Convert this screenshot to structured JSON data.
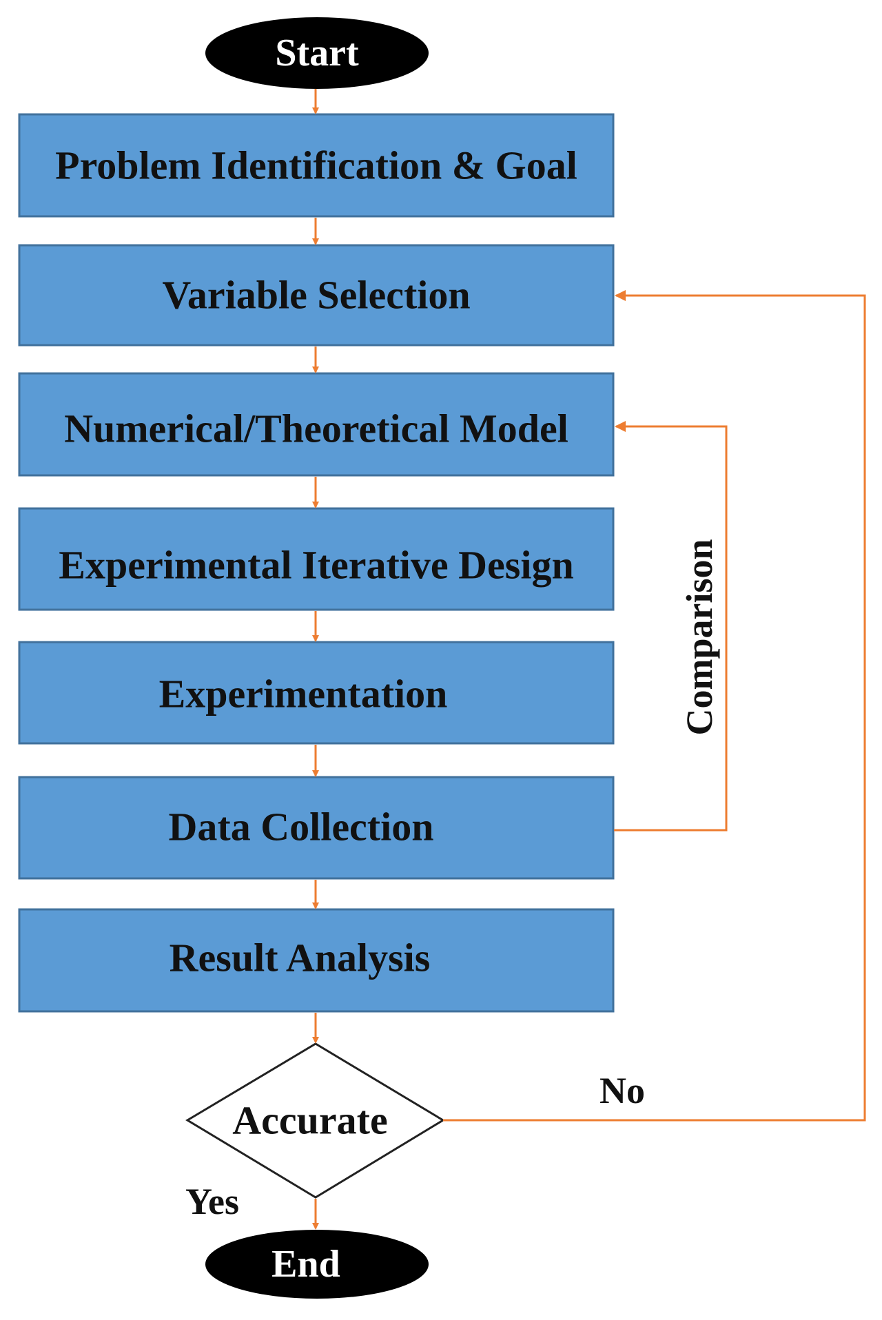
{
  "colors": {
    "box_fill": "#5b9bd5",
    "box_stroke": "#41719c",
    "arrow": "#ed7d31",
    "terminal_fill": "#000000",
    "terminal_text": "#ffffff",
    "text": "#111111"
  },
  "terminals": {
    "start": "Start",
    "end": "End"
  },
  "steps": [
    "Problem Identification & Goal",
    "Variable Selection",
    "Numerical/Theoretical Model",
    "Experimental Iterative Design",
    "Experimentation",
    "Data Collection",
    "Result Analysis"
  ],
  "decision": {
    "label": "Accurate",
    "yes_label": "Yes",
    "no_label": "No"
  },
  "feedback": {
    "comparison_label": "Comparison"
  }
}
